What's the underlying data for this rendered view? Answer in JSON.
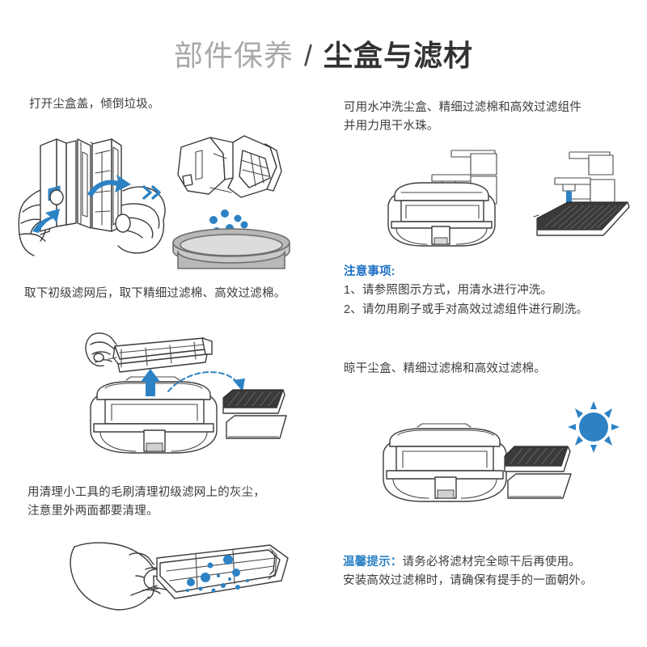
{
  "header": {
    "title_muted": "部件保养",
    "title_slash": "/",
    "title_strong": "尘盒与滤材"
  },
  "steps": {
    "open_dustbin": "打开尘盒盖，倾倒垃圾。",
    "wash_line1": "可用水冲洗尘盒、精细过滤棉和高效过滤组件",
    "wash_line2": "并用力甩干水珠。",
    "remove_filters": "取下初级滤网后，取下精细过滤棉、高效过滤棉。",
    "dry_parts": "晾干尘盒、精细过滤棉和高效过滤棉。",
    "brush_line1": "用清理小工具的毛刷清理初级滤网上的灰尘，",
    "brush_line2": "注意里外两面都要清理。"
  },
  "notice": {
    "heading": "注意事项:",
    "item1": "1、请参照图示方式，用清水进行冲洗。",
    "item2": "2、请勿用刷子或手对高效过滤组件进行刷洗。"
  },
  "tip": {
    "label": "温馨提示：",
    "line1": "请务必将滤材完全晾干后再使用。",
    "line2": "安装高效过滤棉时，请确保有提手的一面朝外。"
  },
  "icons": {
    "chevron_double_right": "double-chevron-right-icon",
    "sun": "sun-icon",
    "arrow_up": "blue-up-arrow-icon",
    "arrow_curve": "dashed-curved-arrow-icon",
    "water_stream": "water-stream-icon"
  },
  "colors": {
    "accent_blue": "#2d82c4",
    "notice_blue": "#1a6fc4",
    "line_dark": "#3b3b3b",
    "title_muted": "#a9a9a9",
    "title_strong": "#333333",
    "trash_gray": "#b8b8b8"
  }
}
